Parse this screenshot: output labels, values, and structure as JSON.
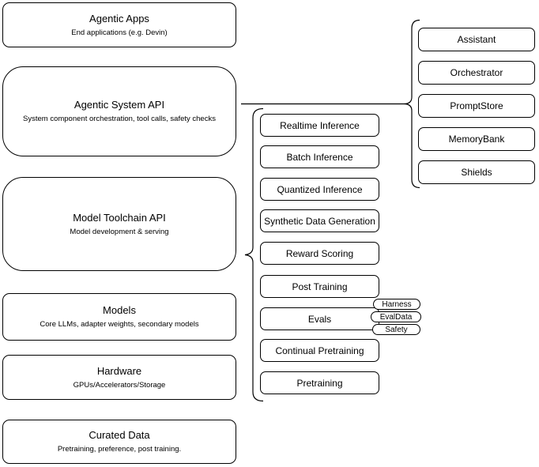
{
  "canvas": {
    "background": "#ffffff",
    "stroke_color": "#000000",
    "fill_color": "#ffffff",
    "text_color": "#000000"
  },
  "left_stack": [
    {
      "title": "Agentic Apps",
      "subtitle": "End applications (e.g. Devin)"
    },
    {
      "title": "Agentic System API",
      "subtitle": "System component orchestration, tool calls, safety checks"
    },
    {
      "title": "Model Toolchain API",
      "subtitle": "Model development & serving"
    },
    {
      "title": "Models",
      "subtitle": "Core LLMs, adapter weights, secondary models"
    },
    {
      "title": "Hardware",
      "subtitle": "GPUs/Accelerators/Storage"
    },
    {
      "title": "Curated Data",
      "subtitle": "Pretraining, preference, post training."
    }
  ],
  "toolchain_group": {
    "items": [
      "Realtime Inference",
      "Batch Inference",
      "Quantized Inference",
      "Synthetic Data Generation",
      "Reward Scoring",
      "Post Training",
      "Evals",
      "Continual Pretraining",
      "Pretraining"
    ]
  },
  "evals_tags": [
    "Harness",
    "EvalData",
    "Safety"
  ],
  "system_group": {
    "items": [
      "Assistant",
      "Orchestrator",
      "PromptStore",
      "MemoryBank",
      "Shields"
    ]
  }
}
